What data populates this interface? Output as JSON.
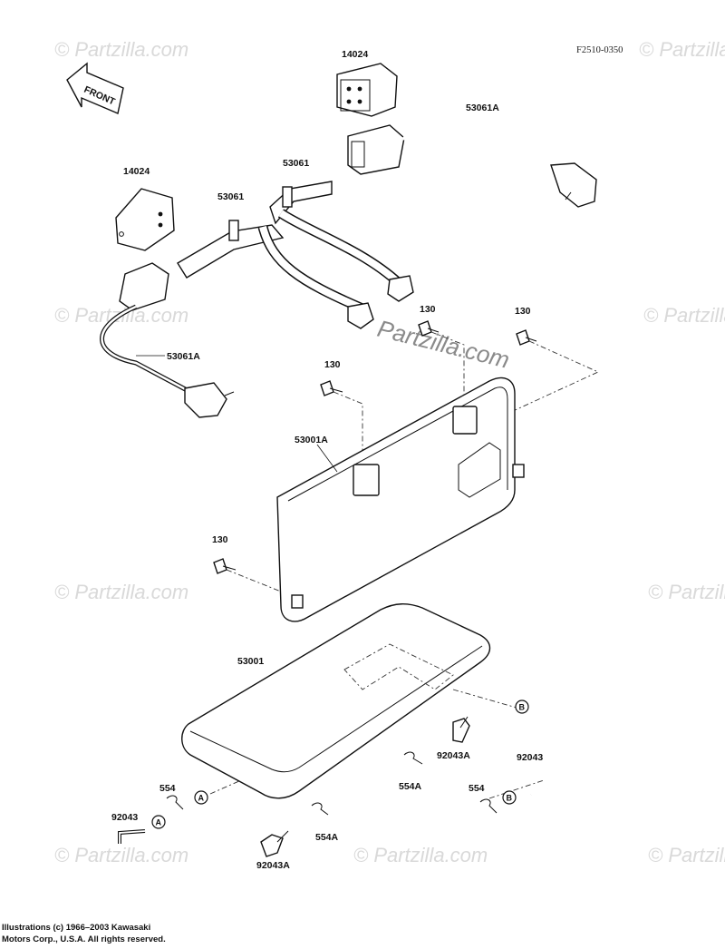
{
  "diagram_code": "F2510-0350",
  "front_arrow_label": "FRONT",
  "watermarks": [
    "© Partzilla.com",
    "Partzilla.com"
  ],
  "copyright": {
    "line1": "Illustrations (c) 1966–2003 Kawasaki",
    "line2": "Motors Corp., U.S.A.  All rights reserved."
  },
  "ref_markers": [
    "A",
    "B"
  ],
  "part_labels": {
    "p14024_top": "14024",
    "p14024_left": "14024",
    "p53061A_top": "53061A",
    "p53061A_left": "53061A",
    "p53061_upper": "53061",
    "p53061_lower": "53061",
    "p130_mid": "130",
    "p130_right": "130",
    "p130_left": "130",
    "p130_bottom": "130",
    "p53001A": "53001A",
    "p53001": "53001",
    "p554_left": "554",
    "p554_right": "554",
    "p554A_mid": "554A",
    "p554A_bottom": "554A",
    "p92043_left": "92043",
    "p92043_right": "92043",
    "p92043A_mid": "92043A",
    "p92043A_bottom": "92043A"
  }
}
